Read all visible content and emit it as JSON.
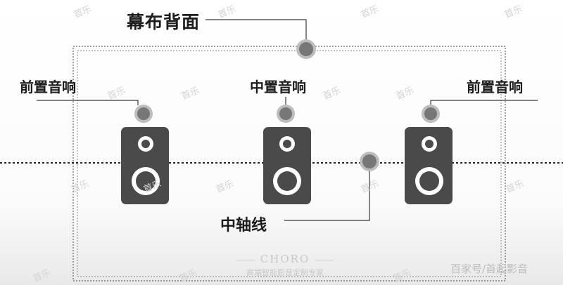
{
  "labels": {
    "screen_back": "幕布背面",
    "front_left": "前置音响",
    "center": "中置音响",
    "front_right": "前置音响",
    "center_axis": "中轴线"
  },
  "watermark": {
    "repeated_text": "首乐",
    "brand_name": "CHORO",
    "brand_tagline": "高端智能影音定制专家",
    "corner_text": "百家号/首起影音"
  },
  "colors": {
    "speaker_body": "#4a4a4a",
    "marker": "#777777",
    "marker_ring": "#bdbdbd",
    "line": "#3a3a3a"
  }
}
